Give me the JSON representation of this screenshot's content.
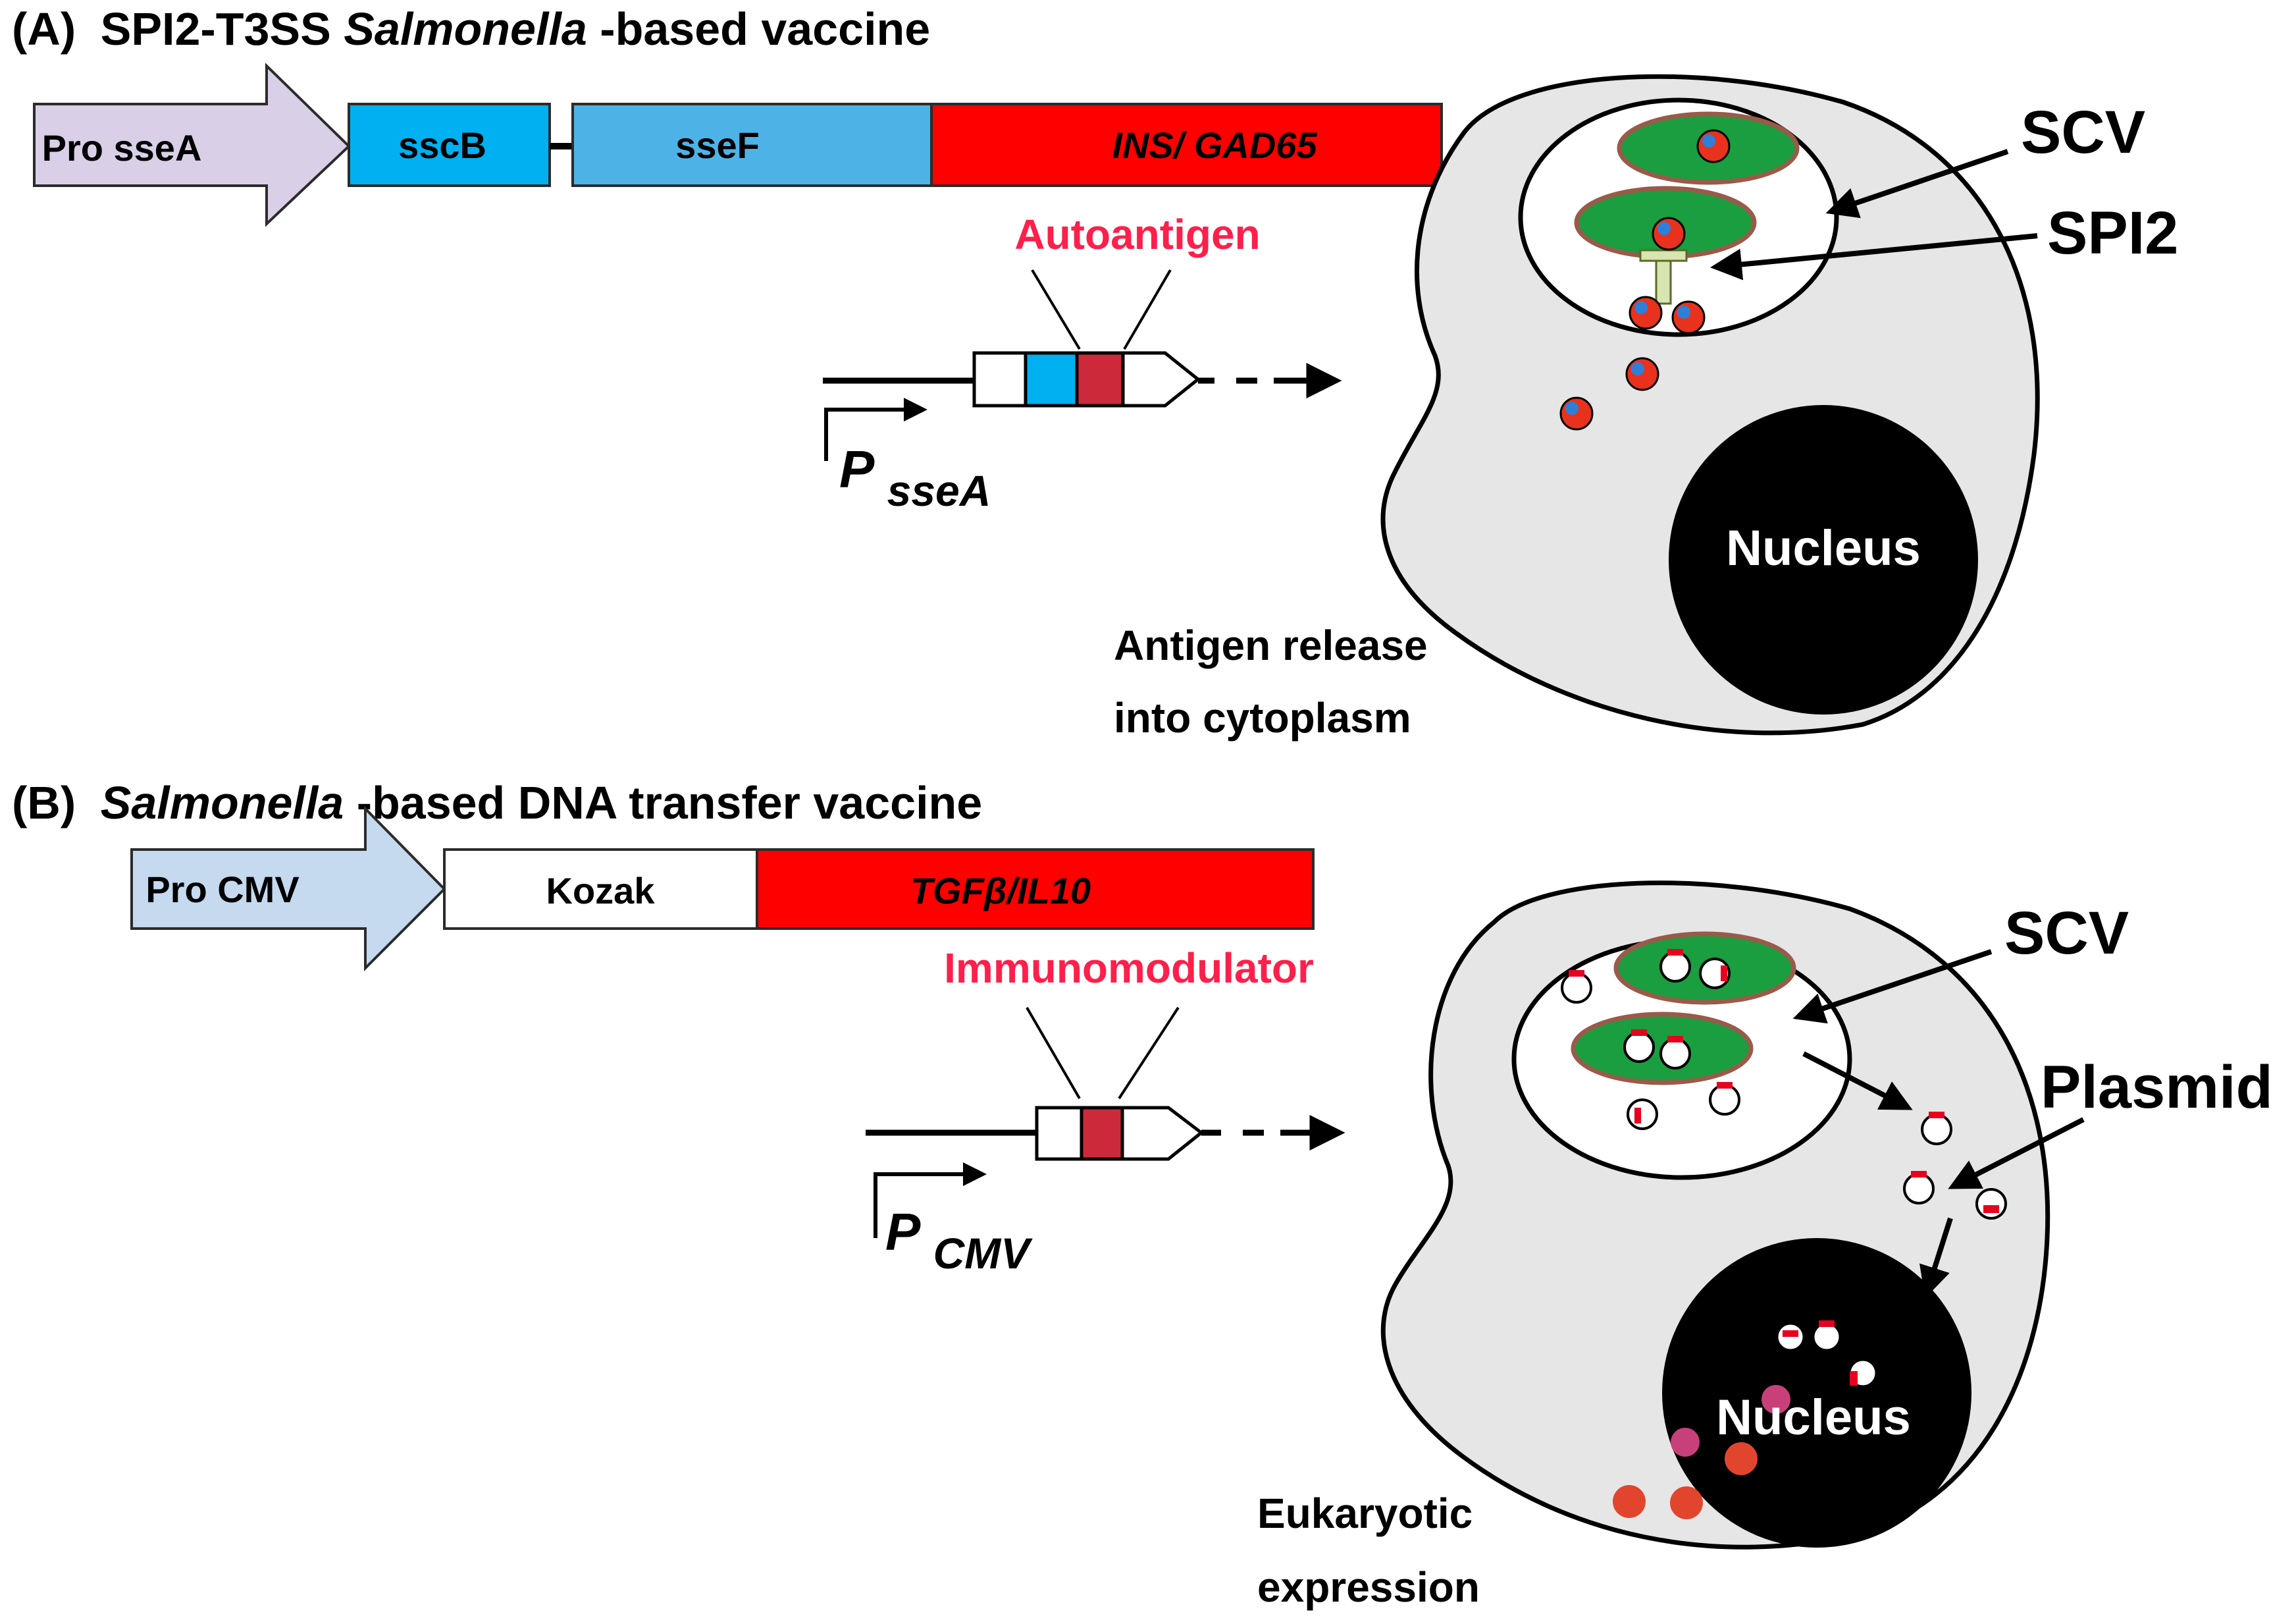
{
  "panel_a": {
    "label": "(A)",
    "title_prefix": "SPI2-T3SS ",
    "title_italic": "Salmonella",
    "title_suffix": "-based vaccine",
    "promoter_label": "Pro sseA",
    "gene1_label": "sscB",
    "gene2_label": "sseF",
    "gene3_label": "INS/ GAD65",
    "autoantigen_label": "Autoantigen",
    "promoter_symbol": "P",
    "promoter_subscript": "sseA",
    "scv_label": "SCV",
    "spi2_label": "SPI2",
    "nucleus_label": "Nucleus",
    "caption_line1": "Antigen release",
    "caption_line2": "into cytoplasm"
  },
  "panel_b": {
    "label": "(B)",
    "title_italic": "Salmonella",
    "title_suffix": "-based DNA transfer vaccine",
    "promoter_label": "Pro CMV",
    "kozak_label": "Kozak",
    "gene_label": "TGFβ/IL10",
    "immunomodulator_label": "Immunomodulator",
    "promoter_symbol": "P",
    "promoter_subscript": "CMV",
    "scv_label": "SCV",
    "plasmid_label": "Plasmid",
    "nucleus_label": "Nucleus",
    "caption_line1": "Eukaryotic",
    "caption_line2": "expression"
  },
  "colors": {
    "promoter_a": "#d9cfe6",
    "promoter_b": "#c5d9ef",
    "sscb": "#00b0f0",
    "ssef": "#4db3e6",
    "antigen_red": "#ff0000",
    "cassette_red": "#cc2a3a",
    "highlight_red": "#ff1f4b",
    "cell_fill": "#e6e6e6",
    "bacteria_green": "#1a9e3f",
    "bacteria_border": "#9a5a4a",
    "nucleus": "#000000"
  }
}
